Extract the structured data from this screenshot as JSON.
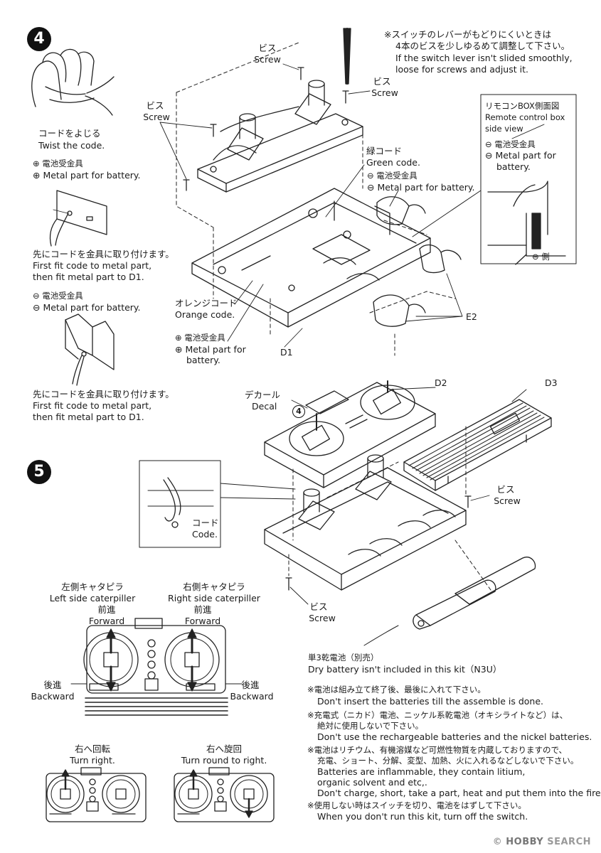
{
  "steps": {
    "s4": "4",
    "s5": "5"
  },
  "s4": {
    "note_jp": "※スイッチのレバーがもどりにくいときは",
    "note_jp2": "4本のビスを少しゆるめて調整して下さい。",
    "note_en1": "If the switch lever isn't slided smoothly,",
    "note_en2": "loose for screws and adjust it.",
    "screw_top_jp": "ビス",
    "screw_top_en": "Screw",
    "screw_right_jp": "ビス",
    "screw_right_en": "Screw",
    "screw_left_jp": "ビス",
    "screw_left_en": "Screw",
    "twist_jp": "コードをよじる",
    "twist_en": "Twist the code.",
    "metal_plus_jp": "⊕ 電池受金具",
    "metal_plus_en": "⊕ Metal part for battery.",
    "fit1_jp": "先にコードを金具に取り付けます。",
    "fit1_en1": "First fit code to metal part,",
    "fit1_en2": "then fit metal part to D1.",
    "metal_minus_jp": "⊖ 電池受金具",
    "metal_minus_en": "⊖ Metal part for battery.",
    "fit2_jp": "先にコードを金具に取り付けます。",
    "fit2_en1": "First fit code to metal part,",
    "fit2_en2": "then fit metal part to D1.",
    "green_jp": "緑コード",
    "green_en": "Green code.",
    "metal_minus2_jp": "⊖ 電池受金具",
    "metal_minus2_en": "⊖ Metal part for battery.",
    "orange_jp": "オレンジコード",
    "orange_en": "Orange code.",
    "metal_plus2_jp": "⊕ 電池受金具",
    "metal_plus2_en1": "⊕ Metal part for",
    "metal_plus2_en2": "battery.",
    "d1": "D1",
    "e2": "E2",
    "box_jp": "リモコンBOX側面図",
    "box_en1": "Remote control box",
    "box_en2": "side view",
    "box_metal_jp": "⊖ 電池受金具",
    "box_metal_en1": "⊖ Metal part for",
    "box_metal_en2": "battery.",
    "box_side": "⊖ 側"
  },
  "s5": {
    "decal_jp": "デカール",
    "decal_en": "Decal",
    "decal_num": "4",
    "d2": "D2",
    "d3": "D3",
    "screw_r_jp": "ビス",
    "screw_r_en": "Screw",
    "screw_b_jp": "ビス",
    "screw_b_en": "Screw",
    "code_jp": "コード",
    "code_en": "Code.",
    "battery_jp": "単3乾電池（別売）",
    "battery_en": "Dry battery isn't included in this kit（N3U）"
  },
  "controls": {
    "left_jp": "左側キャタピラ",
    "left_en": "Left side caterpiller",
    "right_jp": "右側キャタピラ",
    "right_en": "Right side caterpiller",
    "fwd_l_jp": "前進",
    "fwd_l_en": "Forward",
    "fwd_r_jp": "前進",
    "fwd_r_en": "Forward",
    "back_l_jp": "後進",
    "back_l_en": "Backward",
    "back_r_jp": "後進",
    "back_r_en": "Backward",
    "turn_r_jp": "右へ回転",
    "turn_r_en": "Turn right.",
    "round_r_jp": "右へ旋回",
    "round_r_en": "Turn round to right."
  },
  "notes": [
    {
      "jp": "※電池は組み立て終了後、最後に入れて下さい。",
      "en": "Don't insert the batteries till the assemble is done."
    },
    {
      "jp": "※充電式（ニカド）電池、ニッケル系乾電池（オキシライトなど）は、",
      "jp2": "絶対に使用しないで下さい。",
      "en": "Don't use the rechargeable batteries and the nickel batteries."
    },
    {
      "jp": "※電池はリチウム、有機溶媒など可燃性物質を内蔵しておりますので、",
      "jp2": "充電、ショート、分解、変型、加熱、火に入れるなどしないで下さい。",
      "en": "Batteries are inflammable, they contain litium,",
      "en2": "organic solvent and etc,.",
      "en3": "Don't charge, short, take a part, heat and put them into the fire."
    },
    {
      "jp": "※使用しない時はスイッチを切り、電池をはずして下さい。",
      "en": "When you don't run this kit, turn off the switch."
    }
  ],
  "watermark": {
    "brand": "HOBBY",
    "suffix": "SEARCH"
  }
}
